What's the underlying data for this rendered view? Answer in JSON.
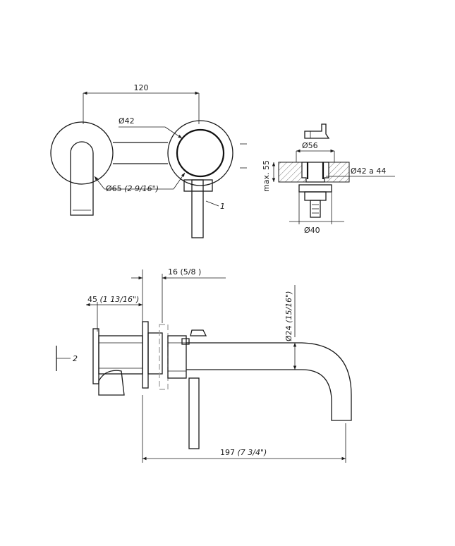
{
  "dimensions": {
    "width_120": "120",
    "dia_42": "Ø42",
    "dia_65": "Ø65",
    "dia_65_in": "(2 9/16\")",
    "dia_56": "Ø56",
    "max_55": "max. 55",
    "dia_42_44": "Ø42 a 44",
    "dia_40": "Ø40",
    "dim_16": "16",
    "dim_16_in": "(5/8 )",
    "dim_45": "45",
    "dim_45_in": "(1 13/16\")",
    "dim_24": "Ø24",
    "dim_24_in": "(15/16\")",
    "dim_197": "197",
    "dim_197_in": "(7 3/4\")"
  },
  "callouts": {
    "part_1": "1",
    "part_2": "2"
  },
  "colors": {
    "line": "#1a1a1a",
    "hatch": "#555555",
    "grey_part": "#9a9a9a"
  }
}
